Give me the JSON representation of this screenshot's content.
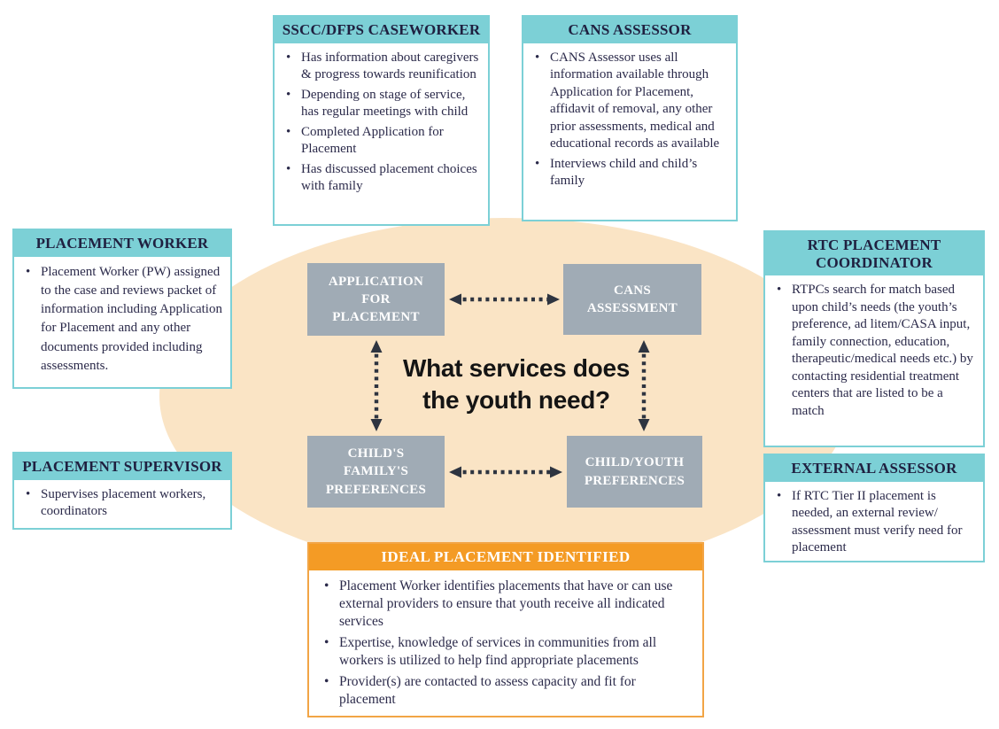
{
  "colors": {
    "teal_bg": "#7CD0D6",
    "orange_bg": "#F49B25",
    "orange_border": "#F2A546",
    "node_bg": "#A0ABB5",
    "ellipse_bg": "#FAE4C5",
    "arrow": "#2E3440",
    "header_text": "#1F2040",
    "body_text": "#2B2A4A",
    "node_text": "#FFFFFF",
    "question_text": "#141414",
    "card_bg": "#FFFFFF"
  },
  "cards": {
    "sscc": {
      "title": "SSCC/DFPS CASEWORKER",
      "bullets": [
        "Has information about caregivers & progress towards reunification",
        "Depending on stage of service, has regular meetings with child",
        "Completed Application for Placement",
        "Has discussed placement choices with family"
      ]
    },
    "cans_assessor": {
      "title": "CANS ASSESSOR",
      "bullets": [
        "CANS Assessor uses all information available through Application for Placement, affidavit of removal, any other prior assessments, medical and educational records as available",
        "Interviews child and child’s family"
      ]
    },
    "placement_worker": {
      "title": "PLACEMENT WORKER",
      "bullets": [
        "Placement Worker (PW) assigned to the case and reviews packet of information including Application for Placement and any other documents provided including assessments."
      ]
    },
    "placement_supervisor": {
      "title": "PLACEMENT SUPERVISOR",
      "bullets": [
        "Supervises placement workers, coordinators"
      ]
    },
    "rtc_coordinator": {
      "title": "RTC PLACEMENT COORDINATOR",
      "bullets": [
        "RTPCs search for match based upon child’s needs (the youth’s preference, ad litem/CASA input, family connection, education, therapeutic/medical needs etc.) by contacting residential treatment centers that are listed to be a match"
      ]
    },
    "external_assessor": {
      "title": "EXTERNAL ASSESSOR",
      "bullets": [
        "If RTC Tier II placement is needed, an external review/ assessment must verify need for placement"
      ]
    },
    "ideal_placement": {
      "title": "IDEAL PLACEMENT IDENTIFIED",
      "bullets": [
        "Placement Worker identifies placements that have or can use external providers to ensure that youth receive all indicated services",
        "Expertise, knowledge of services in communities from all workers is utilized to help find appropriate placements",
        "Provider(s) are contacted to assess capacity and fit for placement"
      ]
    }
  },
  "center": {
    "question": "What services does the youth need?",
    "nodes": {
      "application": "APPLICATION FOR PLACEMENT",
      "cans": "CANS ASSESSMENT",
      "family": "CHILD'S FAMILY'S PREFERENCES",
      "youth": "CHILD/YOUTH PREFERENCES"
    }
  }
}
